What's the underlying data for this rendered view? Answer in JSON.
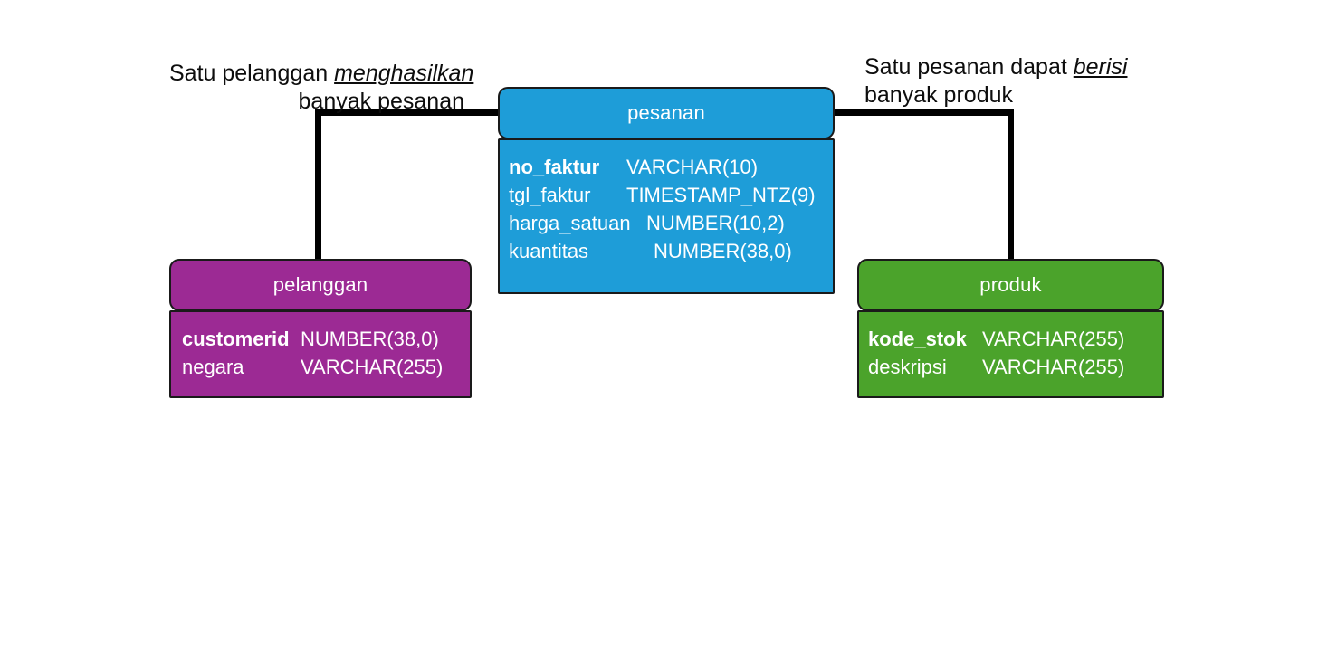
{
  "diagram": {
    "title": "ER diagram pesanan-pelanggan-produk",
    "colors": {
      "pesanan": "#1e9dd8",
      "pelanggan": "#9c2a94",
      "produk": "#4ba32b",
      "connector": "#000000",
      "border": "#1a1a1a",
      "text_on_box": "#ffffff",
      "caption_text": "#0d0d0d",
      "background": "#ffffff"
    }
  },
  "annotations": {
    "left": {
      "line1_before": "Satu pelanggan ",
      "line1_emphasis": "menghasilkan",
      "line2": "banyak pesanan"
    },
    "right": {
      "line1_before": "Satu pesanan dapat ",
      "line1_emphasis": "berisi",
      "line2": "banyak produk"
    }
  },
  "entities": {
    "pesanan": {
      "name": "pesanan",
      "attributes": [
        {
          "name": "no_faktur",
          "type": "VARCHAR(10)",
          "primary_key": true
        },
        {
          "name": "tgl_faktur",
          "type": "TIMESTAMP_NTZ(9)",
          "primary_key": false
        },
        {
          "name": "harga_satuan",
          "type": "NUMBER(10,2)",
          "primary_key": false
        },
        {
          "name": "kuantitas",
          "type": "NUMBER(38,0)",
          "primary_key": false
        }
      ]
    },
    "pelanggan": {
      "name": "pelanggan",
      "attributes": [
        {
          "name": "customerid",
          "type": "NUMBER(38,0)",
          "primary_key": true
        },
        {
          "name": "negara",
          "type": "VARCHAR(255)",
          "primary_key": false
        }
      ]
    },
    "produk": {
      "name": "produk",
      "attributes": [
        {
          "name": "kode_stok",
          "type": "VARCHAR(255)",
          "primary_key": true
        },
        {
          "name": "deskripsi",
          "type": "VARCHAR(255)",
          "primary_key": false
        }
      ]
    }
  },
  "relationships": [
    {
      "from": "pelanggan",
      "to": "pesanan",
      "label": "menghasilkan",
      "cardinality": "one-to-many"
    },
    {
      "from": "pesanan",
      "to": "produk",
      "label": "berisi",
      "cardinality": "one-to-many"
    }
  ]
}
